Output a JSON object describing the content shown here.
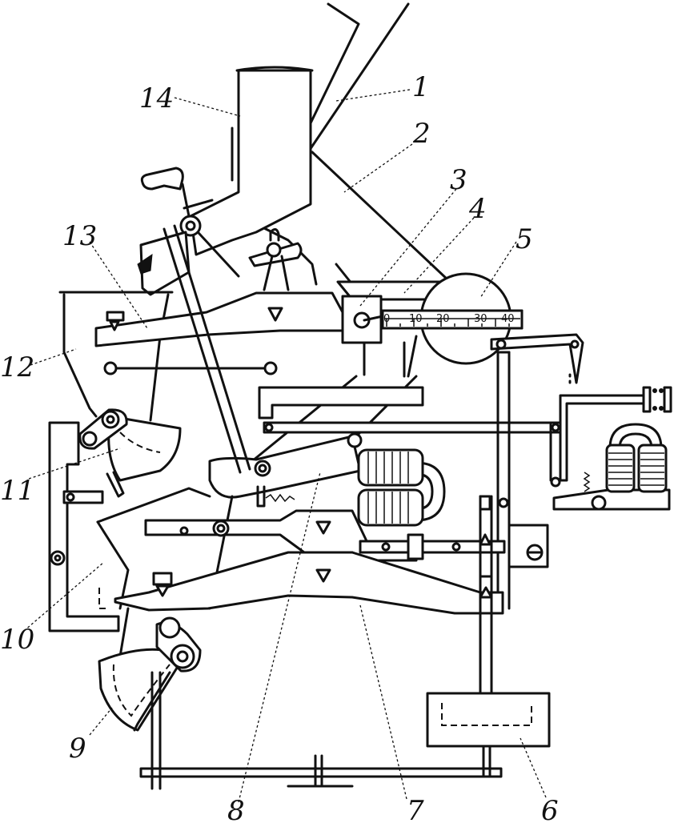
{
  "labels": {
    "l1": "1",
    "l2": "2",
    "l3": "3",
    "l4": "4",
    "l5": "5",
    "l6": "6",
    "l7": "7",
    "l8": "8",
    "l9": "9",
    "l10": "10",
    "l11": "11",
    "l12": "12",
    "l13": "13",
    "l14": "14"
  },
  "scale": {
    "t0": "0",
    "t10": "10",
    "t20": "20",
    "t30": "30",
    "t40": "40"
  }
}
